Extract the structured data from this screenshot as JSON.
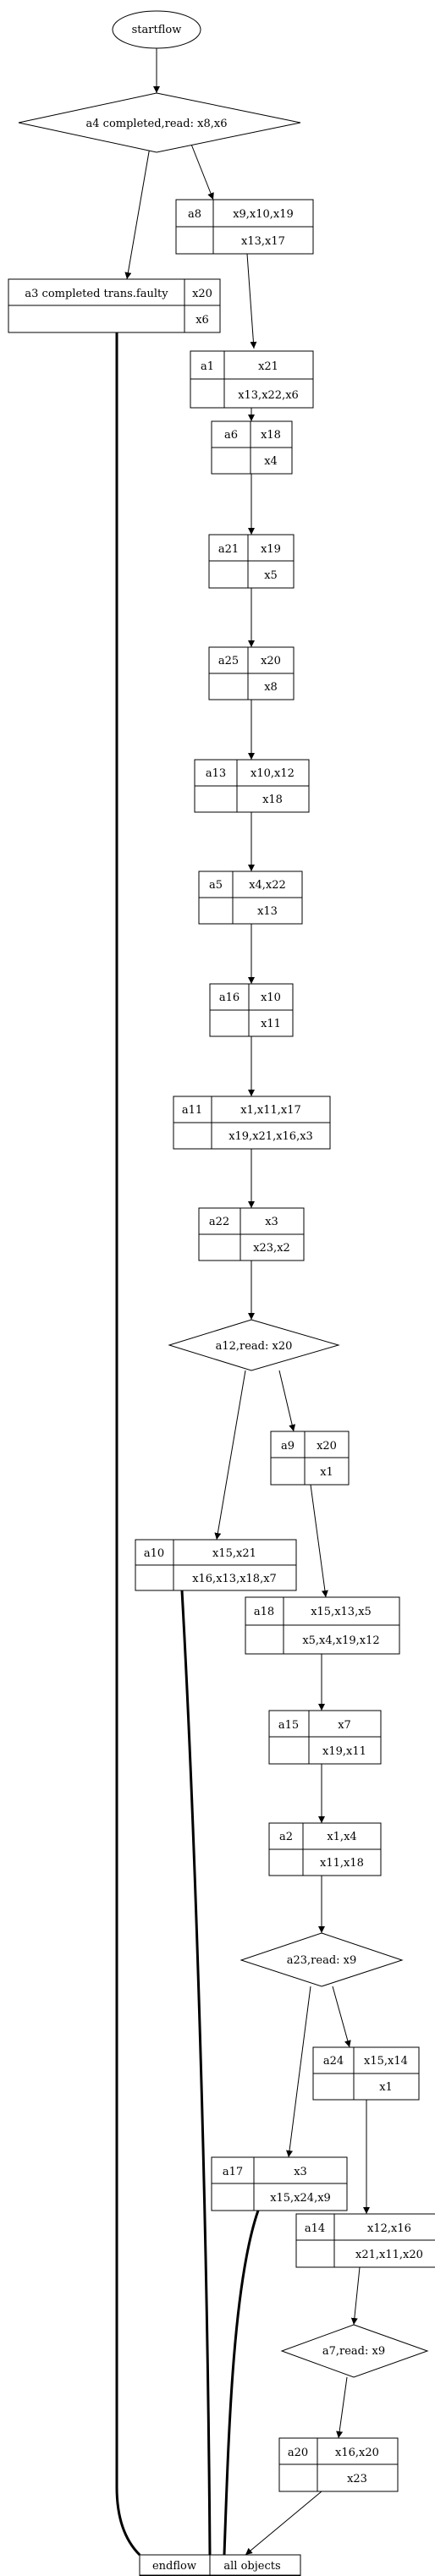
{
  "nodes": {
    "startflow": {
      "label": "startflow"
    },
    "a4": {
      "label": "a4 completed,read: x8,x6"
    },
    "a8": {
      "id": "a8",
      "top": "x9,x10,x19",
      "bottom": "x13,x17"
    },
    "a3": {
      "id": "a3 completed trans.faulty",
      "top": "x20",
      "bottom": "x6"
    },
    "a1": {
      "id": "a1",
      "top": "x21",
      "bottom": "x13,x22,x6"
    },
    "a6": {
      "id": "a6",
      "top": "x18",
      "bottom": "x4"
    },
    "a21": {
      "id": "a21",
      "top": "x19",
      "bottom": "x5"
    },
    "a25": {
      "id": "a25",
      "top": "x20",
      "bottom": "x8"
    },
    "a13": {
      "id": "a13",
      "top": "x10,x12",
      "bottom": "x18"
    },
    "a5": {
      "id": "a5",
      "top": "x4,x22",
      "bottom": "x13"
    },
    "a16": {
      "id": "a16",
      "top": "x10",
      "bottom": "x11"
    },
    "a11": {
      "id": "a11",
      "top": "x1,x11,x17",
      "bottom": "x19,x21,x16,x3"
    },
    "a22": {
      "id": "a22",
      "top": "x3",
      "bottom": "x23,x2"
    },
    "a12": {
      "label": "a12,read: x20"
    },
    "a9": {
      "id": "a9",
      "top": "x20",
      "bottom": "x1"
    },
    "a10": {
      "id": "a10",
      "top": "x15,x21",
      "bottom": "x16,x13,x18,x7"
    },
    "a18": {
      "id": "a18",
      "top": "x15,x13,x5",
      "bottom": "x5,x4,x19,x12"
    },
    "a15": {
      "id": "a15",
      "top": "x7",
      "bottom": "x19,x11"
    },
    "a2": {
      "id": "a2",
      "top": "x1,x4",
      "bottom": "x11,x18"
    },
    "a23": {
      "label": "a23,read: x9"
    },
    "a24": {
      "id": "a24",
      "top": "x15,x14",
      "bottom": "x1"
    },
    "a17": {
      "id": "a17",
      "top": "x3",
      "bottom": "x15,x24,x9"
    },
    "a14": {
      "id": "a14",
      "top": "x12,x16",
      "bottom": "x21,x11,x20"
    },
    "a7": {
      "label": "a7,read: x9"
    },
    "a20": {
      "id": "a20",
      "top": "x16,x20",
      "bottom": "x23"
    },
    "endflow": {
      "left": "endflow",
      "right": "all objects"
    }
  }
}
